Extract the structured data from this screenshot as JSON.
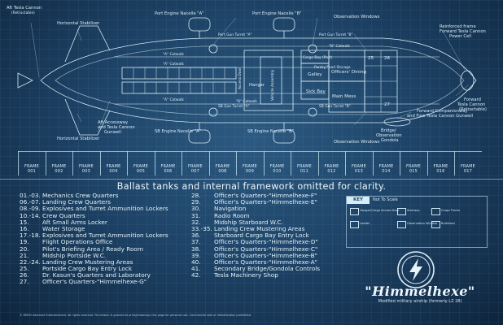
{
  "labels": {
    "aft_tesla_cannon": "Aft Tesla Cannon",
    "aft_tesla_cannon_sub": "(Retractable)",
    "horizontal_stabilizer_top": "Horizontal Stabilizer",
    "horizontal_stabilizer_bottom": "Horizontal Stabilizer",
    "port_nacelle_a": "Port Engine Nacelle \"A\"",
    "port_nacelle_b": "Port Engine Nacelle \"B\"",
    "port_gun_turret_a": "Port Gun Turret \"A\"",
    "port_gun_turret_b": "Port Gun Turret \"B\"",
    "catwalk_a_top": "\"A\" Catwalk",
    "catwalk_a_upper": "\"A\" Catwalk",
    "catwalk_a_lower": "\"A\" Catwalk",
    "catwalk_b_top": "\"B\" Catwalk",
    "catwalk_b_bottom": "\"B\" Catwalk",
    "access_door": "Access Door",
    "hangar": "Hangar",
    "vehicle_assembly": "Vehicle Assembly",
    "cargo_bay": "Cargo Bay (Port)",
    "pantry": "Pantry/Food Storage",
    "galley": "Galley",
    "officers_dining": "Officers' Dining",
    "sick_bay": "Sick Bay",
    "main_mess": "Main Mess",
    "observation_top": "Observation Windows",
    "observation_bottom": "Observation Windows",
    "reinforced_frame": "Reinforced frame",
    "forward_cannon_power": "Forward Tesla Cannon",
    "power_cell": "Power Cell",
    "forward_tesla_cannon": "Forward",
    "forward_tesla_cannon_2": "Tesla Cannon",
    "forward_tesla_cannon_3": "(Retractable)",
    "forward_companionway": "Forward Companionway",
    "forward_companionway_2": "and Fore Tesla Cannon Gunwell",
    "aft_accessway": "Aft Accessway",
    "aft_accessway_2": "and Tesla Cannon",
    "aft_accessway_3": "Gunwell",
    "sb_nacelle_a": "SB Engine Nacelle \"A\"",
    "sb_nacelle_b": "SB Engine Nacelle \"B\"",
    "sb_gun_turret_a": "SB Gun Turret \"A\"",
    "sb_gun_turret_b": "SB Gun Turret \"B\"",
    "bridge": "Bridge/",
    "bridge_2": "Observation",
    "bridge_3": "Gondola",
    "num_25": "25",
    "num_26": "26",
    "num_27": "27"
  },
  "frames": [
    {
      "name": "FRAME",
      "num": "001"
    },
    {
      "name": "FRAME",
      "num": "002"
    },
    {
      "name": "FRAME",
      "num": "003"
    },
    {
      "name": "FRAME",
      "num": "004"
    },
    {
      "name": "FRAME",
      "num": "005"
    },
    {
      "name": "FRAME",
      "num": "006"
    },
    {
      "name": "FRAME",
      "num": "007"
    },
    {
      "name": "FRAME",
      "num": "008"
    },
    {
      "name": "FRAME",
      "num": "009"
    },
    {
      "name": "FRAME",
      "num": "010"
    },
    {
      "name": "FRAME",
      "num": "011"
    },
    {
      "name": "FRAME",
      "num": "012"
    },
    {
      "name": "FRAME",
      "num": "013"
    },
    {
      "name": "FRAME",
      "num": "014"
    },
    {
      "name": "FRAME",
      "num": "015"
    },
    {
      "name": "FRAME",
      "num": "016"
    },
    {
      "name": "FRAME",
      "num": "017"
    }
  ],
  "omitted_note": "Ballast tanks and internal framework omitted for clarity.",
  "legend_left": [
    {
      "num": "01.-03.",
      "text": "Mechanics Crew Quarters"
    },
    {
      "num": "06.-07.",
      "text": "Landing Crew Quarters"
    },
    {
      "num": "08.-09.",
      "text": "Explosives and Turret Ammunition Lockers"
    },
    {
      "num": "10.-14.",
      "text": "Crew Quarters"
    },
    {
      "num": "15.",
      "text": "Aft Small Arms Locker"
    },
    {
      "num": "16.",
      "text": "Water Storage"
    },
    {
      "num": "17.-18.",
      "text": "Explosives and Turret Ammunition Lockers"
    },
    {
      "num": "19.",
      "text": "Flight Operations Office"
    },
    {
      "num": "20.",
      "text": "Pilot's Briefing Area / Ready Room"
    },
    {
      "num": "21.",
      "text": "Midship Portside W.C."
    },
    {
      "num": "22.-24.",
      "text": "Landing Crew Mustering Areas"
    },
    {
      "num": "25.",
      "text": "Portside Cargo Bay Entry Lock"
    },
    {
      "num": "26.",
      "text": "Dr. Kasun's Quarters and Laboratory"
    },
    {
      "num": "27.",
      "text": "Officer's Quarters-\"Himmelhexe-G\""
    }
  ],
  "legend_right": [
    {
      "num": "28.",
      "text": "Officer's Quarters-\"Himmelhexe-F\""
    },
    {
      "num": "29.",
      "text": "Officer's Quarters-\"Himmelhexe-E\""
    },
    {
      "num": "30.",
      "text": "Navigation"
    },
    {
      "num": "31.",
      "text": "Radio Room"
    },
    {
      "num": "32.",
      "text": "Midship Starboard W.C."
    },
    {
      "num": "33.-35.",
      "text": "Landing Crew Mustering Areas"
    },
    {
      "num": "36.",
      "text": "Starboard Cargo Bay Entry Lock"
    },
    {
      "num": "37.",
      "text": "Officer's Quarters-\"Himmelhexe-D\""
    },
    {
      "num": "38.",
      "text": "Officer's Quarters-\"Himmelhexe-C\""
    },
    {
      "num": "39.",
      "text": "Officer's Quarters-\"Himmelhexe-B\""
    },
    {
      "num": "40.",
      "text": "Officer's Quarters-\"Himmelhexe-A\""
    },
    {
      "num": "41.",
      "text": "Secondary Bridge/Gondola Controls"
    },
    {
      "num": "42.",
      "text": "Tesla Machinery Shop"
    }
  ],
  "key": {
    "title": "KEY",
    "scale": "Not To Scale",
    "items": [
      "Hangar/Cargo Access Door",
      "Stairway",
      "Cargo Tracks",
      "Ladder",
      "Observation Window",
      "Bulkhead"
    ]
  },
  "logo": "\"Himmelhexe\"",
  "logo_subtitle": "Modified military airship (formerly LZ 28)",
  "copyright": "© MMXV Adamant Entertainment. All rights reserved. Permission is granted to print/photocopy this page for personal use. Commercial sale or redistribution prohibited.",
  "colors": {
    "background": "#1e4468",
    "line": "#d8ecf6"
  }
}
